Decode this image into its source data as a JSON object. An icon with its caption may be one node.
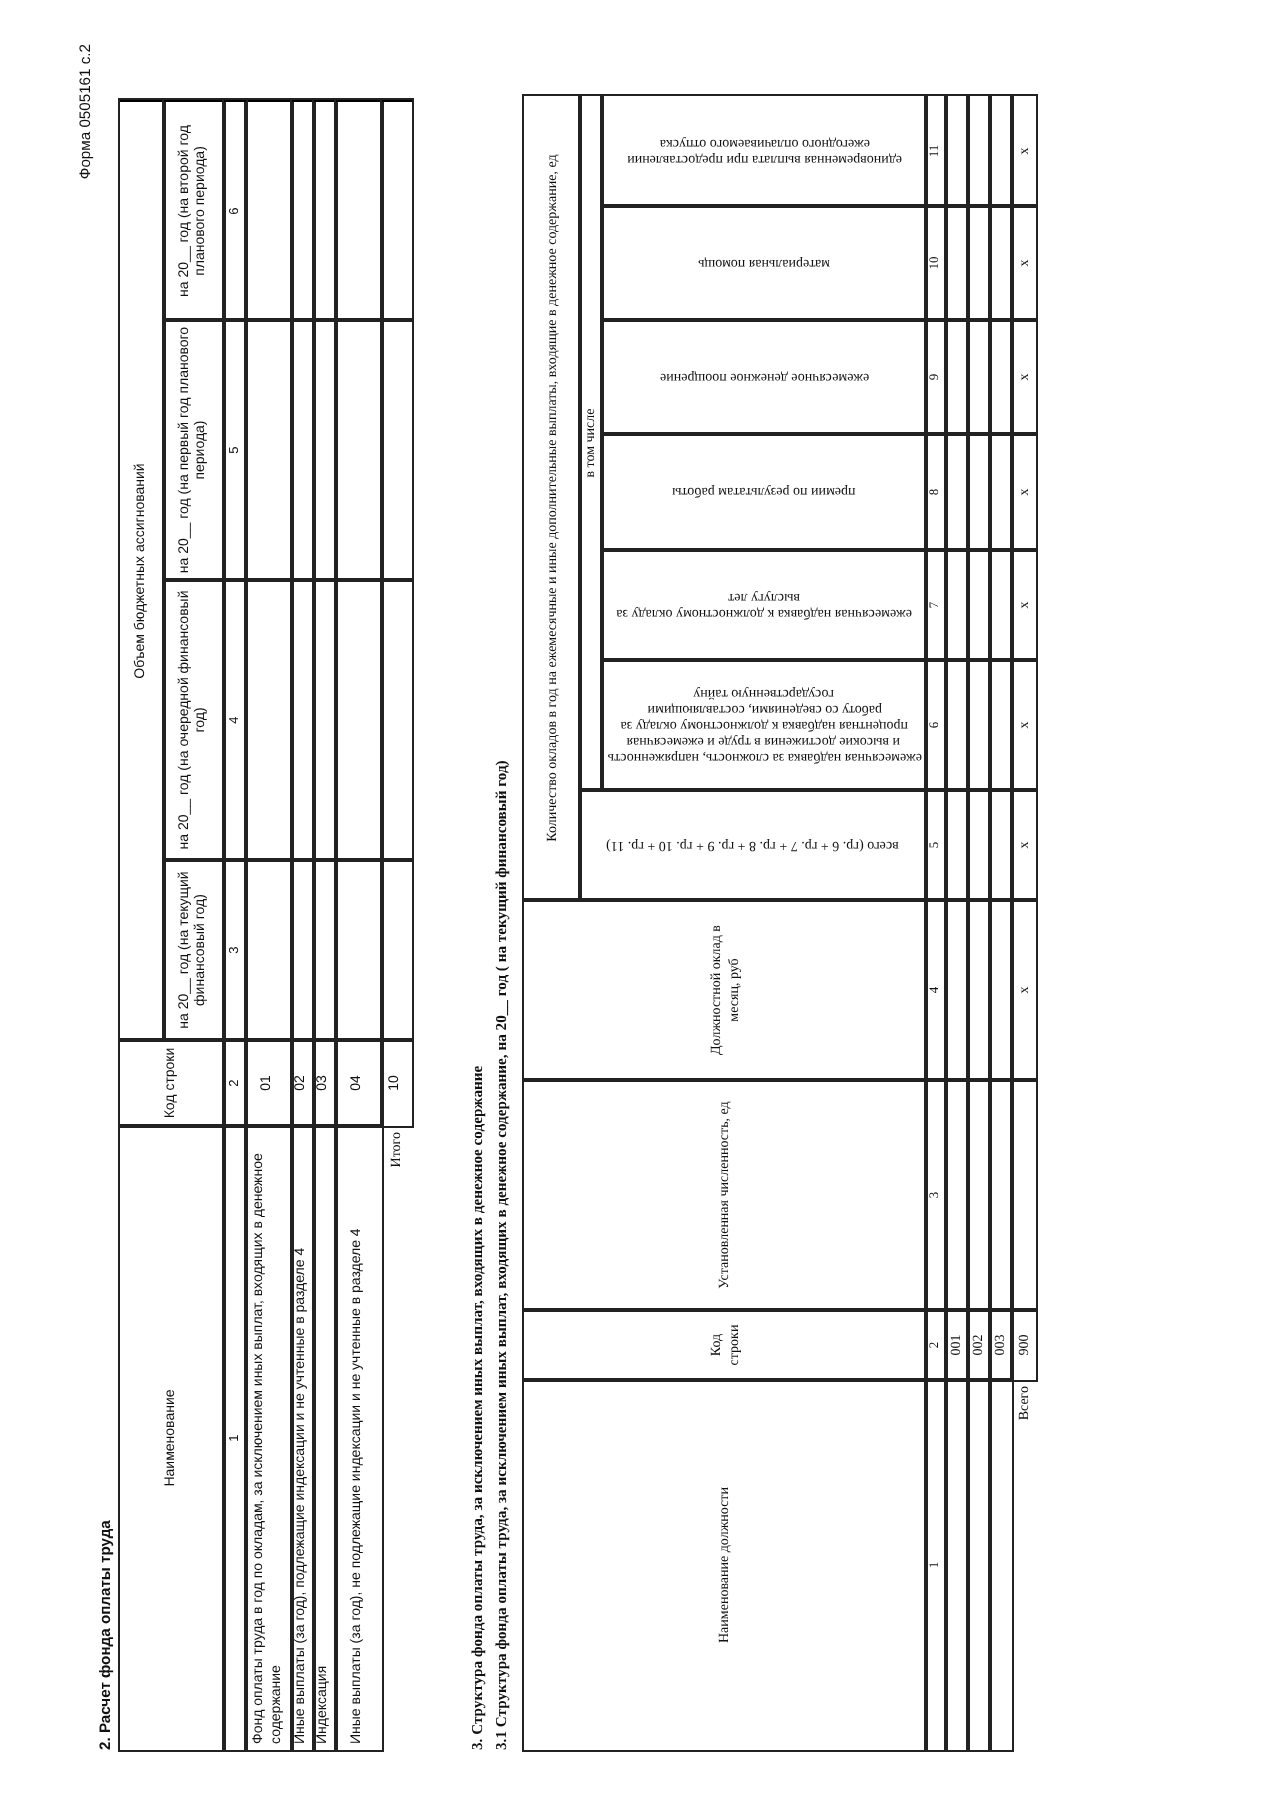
{
  "diagram": {
    "labels": [
      "Форма 0505161 с.2",
      "2. Расчет фонда оплаты труда",
      "Наименование",
      "Код строки",
      "Объем бюджетных ассигнований",
      "на 20__ год (на текущий финансовый год)",
      "на 20__ год (на очередной финансовый год)",
      "на 20__ год (на первый год планового периода)",
      "на 20__ год (на второй год планового периода)",
      "1",
      "2",
      "3",
      "4",
      "5",
      "6",
      "Фонд оплаты труда в год по окладам, за исключением иных выплат, входящих в денежное содержание",
      "01",
      "Иные выплаты (за год), подлежащие индексации и не учтенные в разделе 4",
      "02",
      "Индексация",
      "03",
      "Иные выплаты (за год), не подлежащие индексации и не учтенные в разделе 4",
      "04",
      "Итого",
      "10",
      "3. Структура фонда оплаты труда, за исключением иных выплат, входящих в денежное содержание",
      "3.1 Структура фонда оплаты труда, за исключением иных выплат, входящих в денежное содержание, на 20__ год ( на текущий финансовый год)",
      "Наименование должности",
      "Код строки",
      "Установленная численность, ед",
      "Должностной оклад в месяц, руб",
      "Количество окладов в год на ежемесячные и иные дополнительные выплаты, входящие в денежное содержание, ед",
      "всего (гр. 6 + гр. 7 + гр. 8 + гр. 9 + гр. 10 + гр. 11)",
      "в том числе",
      "ежемесячная надбавка за сложность, напряженность и высокие достижения в труде и ежемесячная процентная надбавка к должностному окладу за работу со сведениями, составляющими государственную тайну",
      "ежемесячная надбавка к должностному окладу за выслугу лет",
      "премии по результатам работы",
      "ежемесячное денежное поощрение",
      "материальная помощь",
      "единовременная выплата при предоставлении ежегодного оплачиваемого отпуска",
      "1",
      "2",
      "3",
      "4",
      "5",
      "6",
      "7",
      "8",
      "9",
      "10",
      "11",
      "001",
      "002",
      "003",
      "Всего",
      "900",
      "х",
      "х",
      "х",
      "х",
      "х",
      "х",
      "х",
      "х"
    ]
  }
}
